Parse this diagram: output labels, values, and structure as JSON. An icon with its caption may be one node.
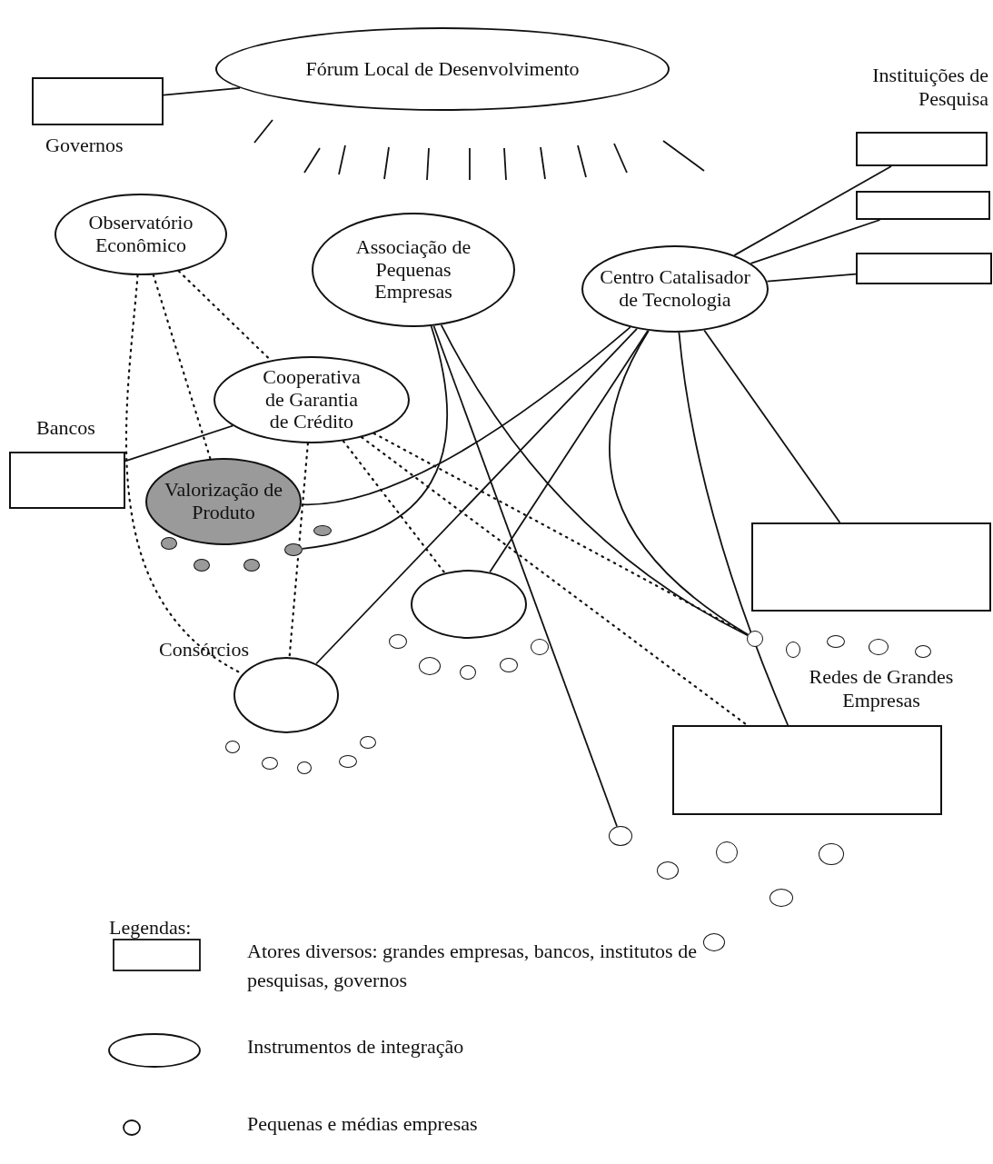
{
  "diagram": {
    "nodes": [
      {
        "text": [
          "Fórum Local de Desenvolvimento"
        ]
      },
      {
        "text": [],
        "shape": "box"
      },
      {
        "text": [],
        "shape": "box"
      },
      {
        "text": [],
        "shape": "box"
      },
      {
        "text": [
          "Observatório Econômico"
        ]
      },
      {
        "text": [
          "Associação de Pequenas Empresas"
        ]
      },
      {
        "text": [],
        "shape": "box"
      },
      {
        "text": [
          "Centro Catalisador de Tecnologia"
        ]
      },
      {
        "text": [
          "Cooperativa de Garantia de Crédito"
        ]
      },
      {
        "text": [],
        "shape": "box"
      },
      {
        "text": [
          "Valorização de Produto"
        ]
      },
      {
        "text": [],
        "shape": "box"
      },
      {
        "text": [],
        "shape": "ellipse"
      },
      {
        "text": [],
        "shape": "ellipse"
      },
      {
        "text": [],
        "shape": "box"
      },
      {
        "text": [],
        "shape": "circle"
      },
      {
        "text": [],
        "shape": "circle"
      },
      {
        "text": [],
        "shape": "circle"
      },
      {
        "text": [],
        "shape": "circle"
      },
      {
        "text": [],
        "shape": "circle"
      },
      {
        "text": [],
        "shape": "circle"
      },
      {
        "text": [],
        "shape": "circle"
      },
      {
        "text": [],
        "shape": "circle"
      },
      {
        "text": [],
        "shape": "circle"
      },
      {
        "text": [],
        "shape": "circle"
      },
      {
        "text": [],
        "shape": "circle"
      },
      {
        "text": [],
        "shape": "circle"
      },
      {
        "text": [],
        "shape": "circle"
      },
      {
        "text": [],
        "shape": "circle"
      },
      {
        "text": [],
        "shape": "circle"
      },
      {
        "text": [],
        "shape": "circle"
      },
      {
        "text": [],
        "shape": "circle"
      },
      {
        "text": [],
        "shape": "circle"
      },
      {
        "text": [],
        "shape": "circle"
      },
      {
        "text": [],
        "shape": "circle"
      },
      {
        "text": [],
        "shape": "circle"
      },
      {
        "text": [],
        "shape": "circle"
      },
      {
        "text": [],
        "shape": "circle"
      },
      {
        "text": [],
        "shape": "circle"
      },
      {
        "text": [],
        "shape": "circle"
      },
      {
        "text": [],
        "shape": "circle"
      }
    ],
    "edges": [
      {
        "from": 1,
        "to": 0,
        "arrow": "none"
      },
      {
        "from": 7,
        "to": 2,
        "arrow": "none"
      },
      {
        "from": 7,
        "to": 3,
        "arrow": "none"
      },
      {
        "from": 7,
        "to": 6,
        "arrow": "none"
      },
      {
        "from": 7,
        "to": 10,
        "arrow": "none"
      },
      {
        "from": 7,
        "to": 13,
        "arrow": "none"
      },
      {
        "from": 7,
        "to": 12,
        "arrow": "none"
      },
      {
        "from": 7,
        "to": 30,
        "arrow": "none"
      },
      {
        "from": 7,
        "to": 14,
        "arrow": "none"
      },
      {
        "from": 7,
        "to": 11,
        "arrow": "none"
      },
      {
        "from": 5,
        "to": 18,
        "arrow": "none"
      },
      {
        "from": 5,
        "to": 35,
        "arrow": "none"
      },
      {
        "from": 5,
        "to": 30,
        "arrow": "none"
      },
      {
        "from": 9,
        "to": 8,
        "arrow": "none"
      },
      {
        "from": 4,
        "to": 10,
        "arrow": "none",
        "style": "dashed"
      },
      {
        "from": 4,
        "to": 13,
        "arrow": "none",
        "style": "dashed"
      },
      {
        "from": 4,
        "to": 8,
        "arrow": "none",
        "style": "dashed"
      },
      {
        "from": 8,
        "to": 13,
        "arrow": "none",
        "style": "dashed"
      },
      {
        "from": 8,
        "to": 12,
        "arrow": "none",
        "style": "dashed"
      },
      {
        "from": 8,
        "to": 14,
        "arrow": "none",
        "style": "dashed"
      },
      {
        "from": 8,
        "to": 30,
        "arrow": "none",
        "style": "dashed"
      }
    ],
    "labels": [
      "Instituições de Pesquisa",
      "Governos",
      "Bancos",
      "Consórcios",
      "Redes de Grandes Empresas",
      "Legendas:"
    ],
    "legend": [
      {
        "text": "Atores diversos: grandes empresas, bancos, institutos de pesquisas, governos"
      },
      {
        "text": "Instrumentos de integração"
      },
      {
        "text": "Pequenas e médias empresas"
      }
    ]
  }
}
